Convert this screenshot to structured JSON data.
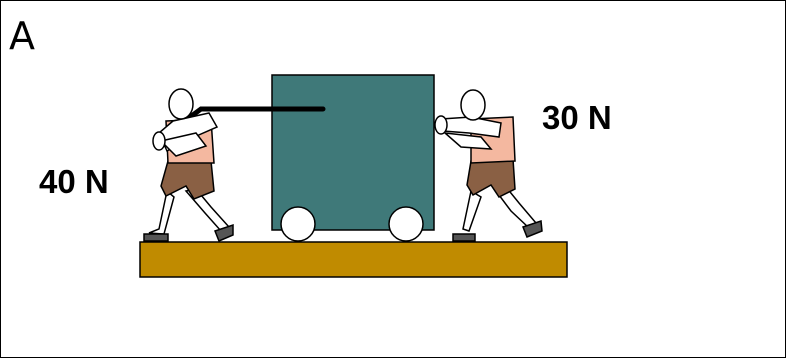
{
  "panel": {
    "label": "A"
  },
  "forces": {
    "left": {
      "label": "40 N",
      "value": 40,
      "unit": "N",
      "action": "pull"
    },
    "right": {
      "label": "30 N",
      "value": 30,
      "unit": "N",
      "action": "push"
    }
  },
  "colors": {
    "box": "#3f7979",
    "ground": "#c08b00",
    "shorts": "#8a6044",
    "skin": "#f4b8a0",
    "shoe": "#555555"
  }
}
